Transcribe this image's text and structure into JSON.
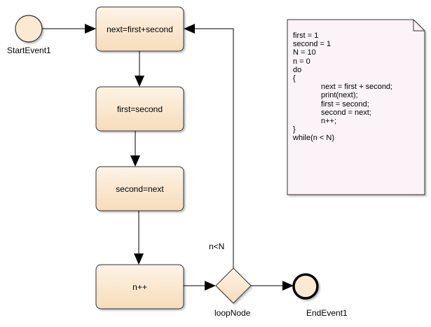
{
  "diagram": {
    "start_event": {
      "label": "StartEvent1"
    },
    "end_event": {
      "label": "EndEvent1"
    },
    "tasks": [
      {
        "id": "task1",
        "label": "next=first+second"
      },
      {
        "id": "task2",
        "label": "first=second"
      },
      {
        "id": "task3",
        "label": "second=next"
      },
      {
        "id": "task4",
        "label": "n++"
      }
    ],
    "gateway": {
      "label": "loopNode",
      "condition_label": "n<N"
    },
    "note": {
      "lines": [
        {
          "text": "first = 1",
          "indent": false
        },
        {
          "text": "second = 1",
          "indent": false
        },
        {
          "text": "N = 10",
          "indent": false
        },
        {
          "text": "n = 0",
          "indent": false
        },
        {
          "text": "do",
          "indent": false
        },
        {
          "text": "{",
          "indent": false
        },
        {
          "text": "next = first + second;",
          "indent": true
        },
        {
          "text": "print(next);",
          "indent": true
        },
        {
          "text": "first = second;",
          "indent": true
        },
        {
          "text": "second = next;",
          "indent": true
        },
        {
          "text": "n++;",
          "indent": true
        },
        {
          "text": "}",
          "indent": false
        },
        {
          "text": "while(n < N)",
          "indent": false
        }
      ]
    },
    "colors": {
      "task_fill_top": "#fdf3e6",
      "task_fill_bottom": "#f7dcbb",
      "task_border": "#333333",
      "start_fill": "#fbe9d2",
      "end_fill": "#fbe9d2",
      "note_fill": "#fbf3f8",
      "line": "#000000"
    }
  }
}
